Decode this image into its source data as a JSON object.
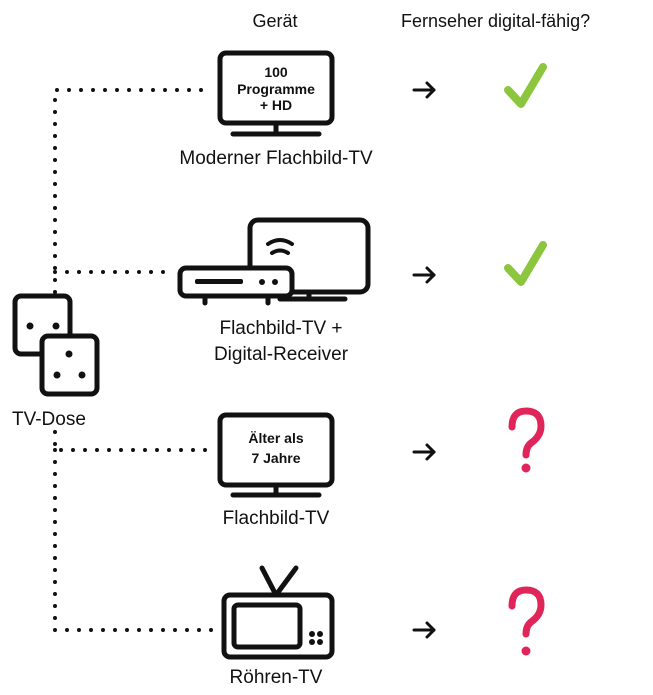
{
  "headers": {
    "device": "Gerät",
    "digital_capable": "Fernseher digital-fähig?"
  },
  "socket": {
    "label": "TV-Dose"
  },
  "devices": [
    {
      "label": "Moderner Flachbild-TV",
      "screen_text": [
        "100",
        "Programme",
        "+ HD"
      ],
      "result": "checkmark"
    },
    {
      "label_lines": [
        "Flachbild-TV +",
        "Digital-Receiver"
      ],
      "result": "checkmark"
    },
    {
      "label": "Flachbild-TV",
      "screen_text": [
        "Älter als",
        "7 Jahre"
      ],
      "result": "question"
    },
    {
      "label": "Röhren-TV",
      "result": "question"
    }
  ],
  "colors": {
    "check": "#8cc63f",
    "question": "#e0255a",
    "line": "#111111"
  }
}
